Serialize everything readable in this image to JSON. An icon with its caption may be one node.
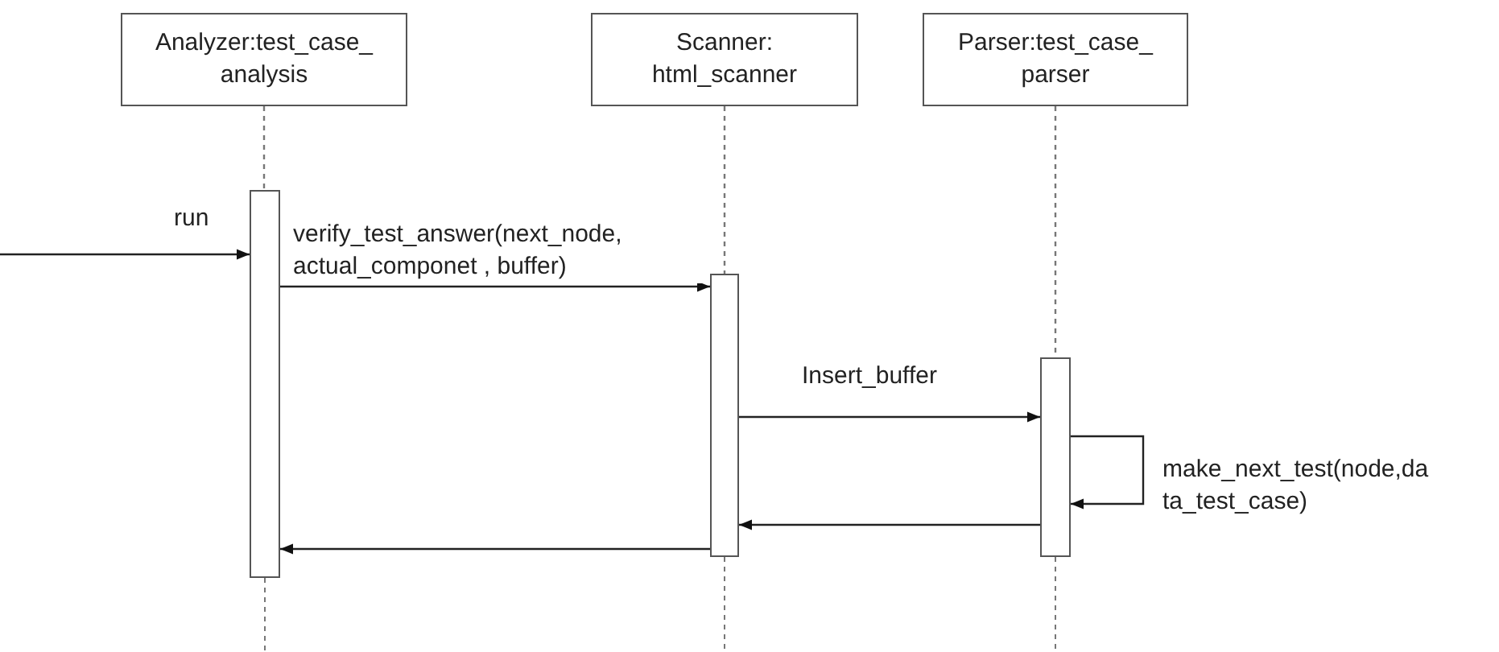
{
  "diagram": {
    "nodes": [
      {
        "text": [
          "Analyzer:test_case_ analysis"
        ]
      },
      {
        "text": [
          "Scanner: html_scanner"
        ]
      },
      {
        "text": [
          "Parser:test_case_ parser"
        ]
      },
      {
        "text": [],
        "shape": "bar"
      },
      {
        "text": [],
        "shape": "bar"
      },
      {
        "text": [],
        "shape": "bar"
      }
    ],
    "edges": [
      {
        "from": 0,
        "to": 3,
        "arrow": "none",
        "style": "dashed"
      },
      {
        "from": 1,
        "to": 4,
        "arrow": "none",
        "style": "dashed"
      },
      {
        "from": 2,
        "to": 5,
        "arrow": "none",
        "style": "dashed"
      },
      {
        "from": null,
        "to": 3,
        "arrow": "to",
        "label": "run"
      },
      {
        "from": 3,
        "to": 4,
        "arrow": "to",
        "label": "verify_test_answer(next_node, actual_componet , buffer)"
      },
      {
        "from": 4,
        "to": 5,
        "arrow": "to",
        "label": "Insert_buffer"
      },
      {
        "from": 5,
        "to": 5,
        "arrow": "to",
        "label": "make_next_test(node,da ta_test_case)"
      },
      {
        "from": 5,
        "to": 4,
        "arrow": "to"
      },
      {
        "from": 4,
        "to": 3,
        "arrow": "to"
      }
    ]
  }
}
